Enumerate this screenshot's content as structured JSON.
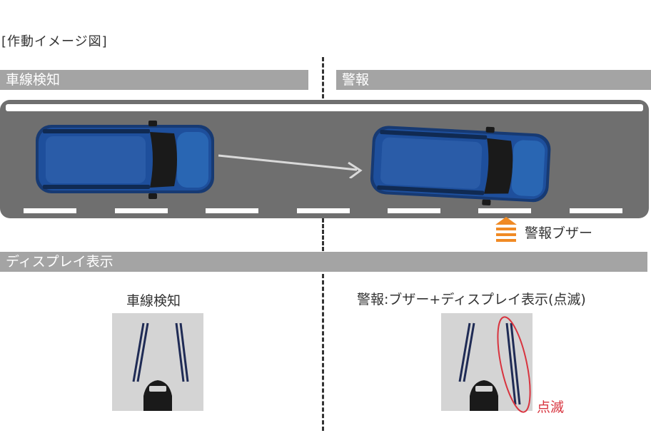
{
  "figure": {
    "caption": "[作動イメージ図]",
    "sections": {
      "detect_header": "車線検知",
      "warning_header": "警報",
      "display_header": "ディスプレイ表示"
    },
    "buzzer_label": "警報ブザー",
    "display": {
      "left_title": "車線検知",
      "right_title": "警報:ブザー+ディスプレイ表示(点滅)",
      "blink_label": "点滅"
    },
    "colors": {
      "bar": "#a4a4a4",
      "road": "#6f6f6f",
      "car_body": "#1e4f9c",
      "buzzer": "#f08a24",
      "highlight": "#d8343f"
    }
  }
}
